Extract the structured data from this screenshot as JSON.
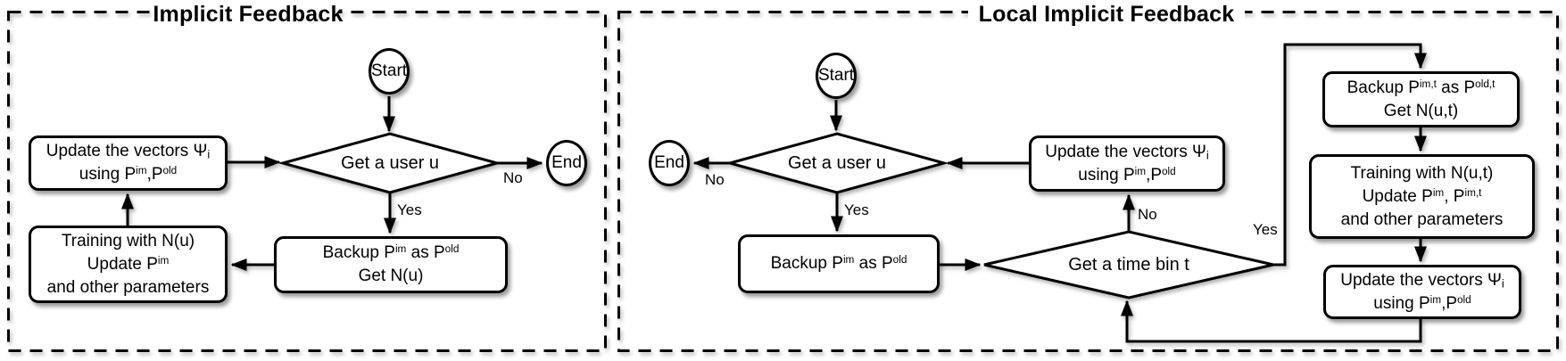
{
  "diagram": {
    "left_panel": {
      "title": "Implicit Feedback",
      "start_label": "Start",
      "end_label": "End",
      "decision_user": {
        "label": "Get a user u",
        "yes_label": "Yes",
        "no_label": "No"
      },
      "box_update_vectors": {
        "l1a": "Update the vectors Ψ",
        "l1_sub": "i",
        "l2a": "using P",
        "l2_sup1": "im",
        "l2b": ",P",
        "l2_sup2": "old"
      },
      "box_training": {
        "l1": "Training with N(u)",
        "l2a": "Update P",
        "l2_sup1": "im",
        "l3": "and other parameters"
      },
      "box_backup": {
        "l1a": "Backup P",
        "l1_sup1": "im",
        "l1b": " as P",
        "l1_sup2": "old",
        "l2": "Get N(u)"
      }
    },
    "right_panel": {
      "title": "Local Implicit Feedback",
      "start_label": "Start",
      "end_label": "End",
      "decision_user": {
        "label": "Get a user u",
        "yes_label": "Yes",
        "no_label": "No"
      },
      "decision_time": {
        "label": "Get a time bin t",
        "yes_label": "Yes",
        "no_label": "No"
      },
      "box_backup": {
        "l1a": "Backup P",
        "l1_sup1": "im",
        "l1b": " as P",
        "l1_sup2": "old"
      },
      "box_update_mid": {
        "l1a": "Update the vectors Ψ",
        "l1_sub": "i",
        "l2a": "using P",
        "l2_sup1": "im",
        "l2b": ",P",
        "l2_sup2": "old"
      },
      "box_backup_t": {
        "l1a": "Backup P",
        "l1_sup1": "im,t",
        "l1b": " as P",
        "l1_sup2": "old,t",
        "l2": "Get N(u,t)"
      },
      "box_training_t": {
        "l1": "Training with N(u,t)",
        "l2a": "Update P",
        "l2_sup1": "im",
        "l2b": ", P",
        "l2_sup2": "im,t",
        "l3": "and other parameters"
      },
      "box_update_right": {
        "l1a": "Update the vectors Ψ",
        "l1_sub": "i",
        "l2a": "using P",
        "l2_sup1": "im",
        "l2b": ",P",
        "l2_sup2": "old"
      }
    }
  }
}
